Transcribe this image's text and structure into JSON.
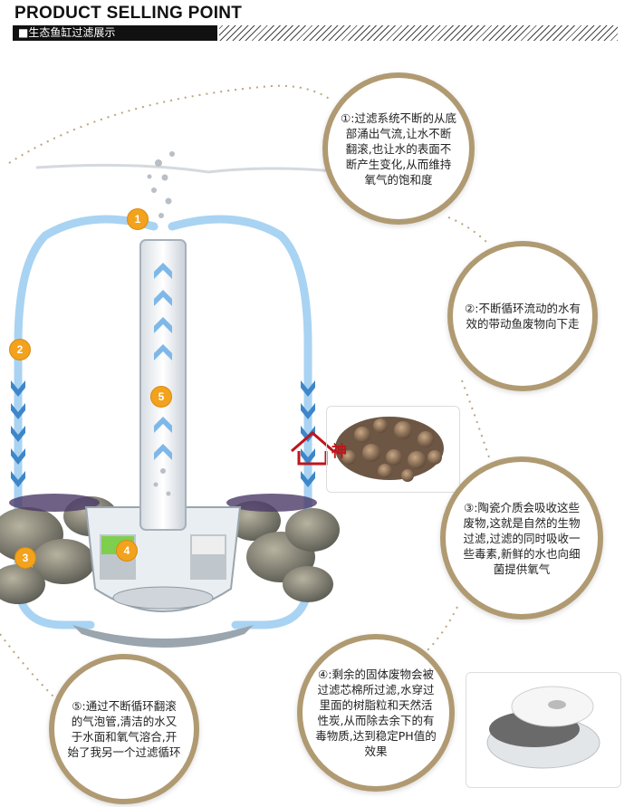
{
  "header": {
    "title": "PRODUCT SELLING POINT",
    "subtitle": "■生态鱼缸过滤展示"
  },
  "badges": [
    "1",
    "2",
    "3",
    "4",
    "5"
  ],
  "watermark": {
    "text": "神"
  },
  "points": [
    "①:过滤系统不断的从底部涌出气流,让水不断翻滚,也让水的表面不断产生变化,从而维持氧气的饱和度",
    "②:不断循环流动的水有效的带动鱼废物向下走",
    "③:陶瓷介质会吸收这些废物,这就是自然的生物过滤,过滤的同时吸收一些毒素,新鲜的水也向细菌提供氧气",
    "④:剩余的固体废物会被过滤芯棉所过滤,水穿过里面的树脂粒和天然活性炭,从而除去余下的有毒物质,达到稳定PH值的效果",
    "⑤:通过不断循环翻滚的气泡管,清洁的水又于水面和氧气溶合,开始了我另一个过滤循环"
  ],
  "colors": {
    "accent": "#f2a21c",
    "circle_border": "#b09a72",
    "flow": "#6fb0e0"
  }
}
